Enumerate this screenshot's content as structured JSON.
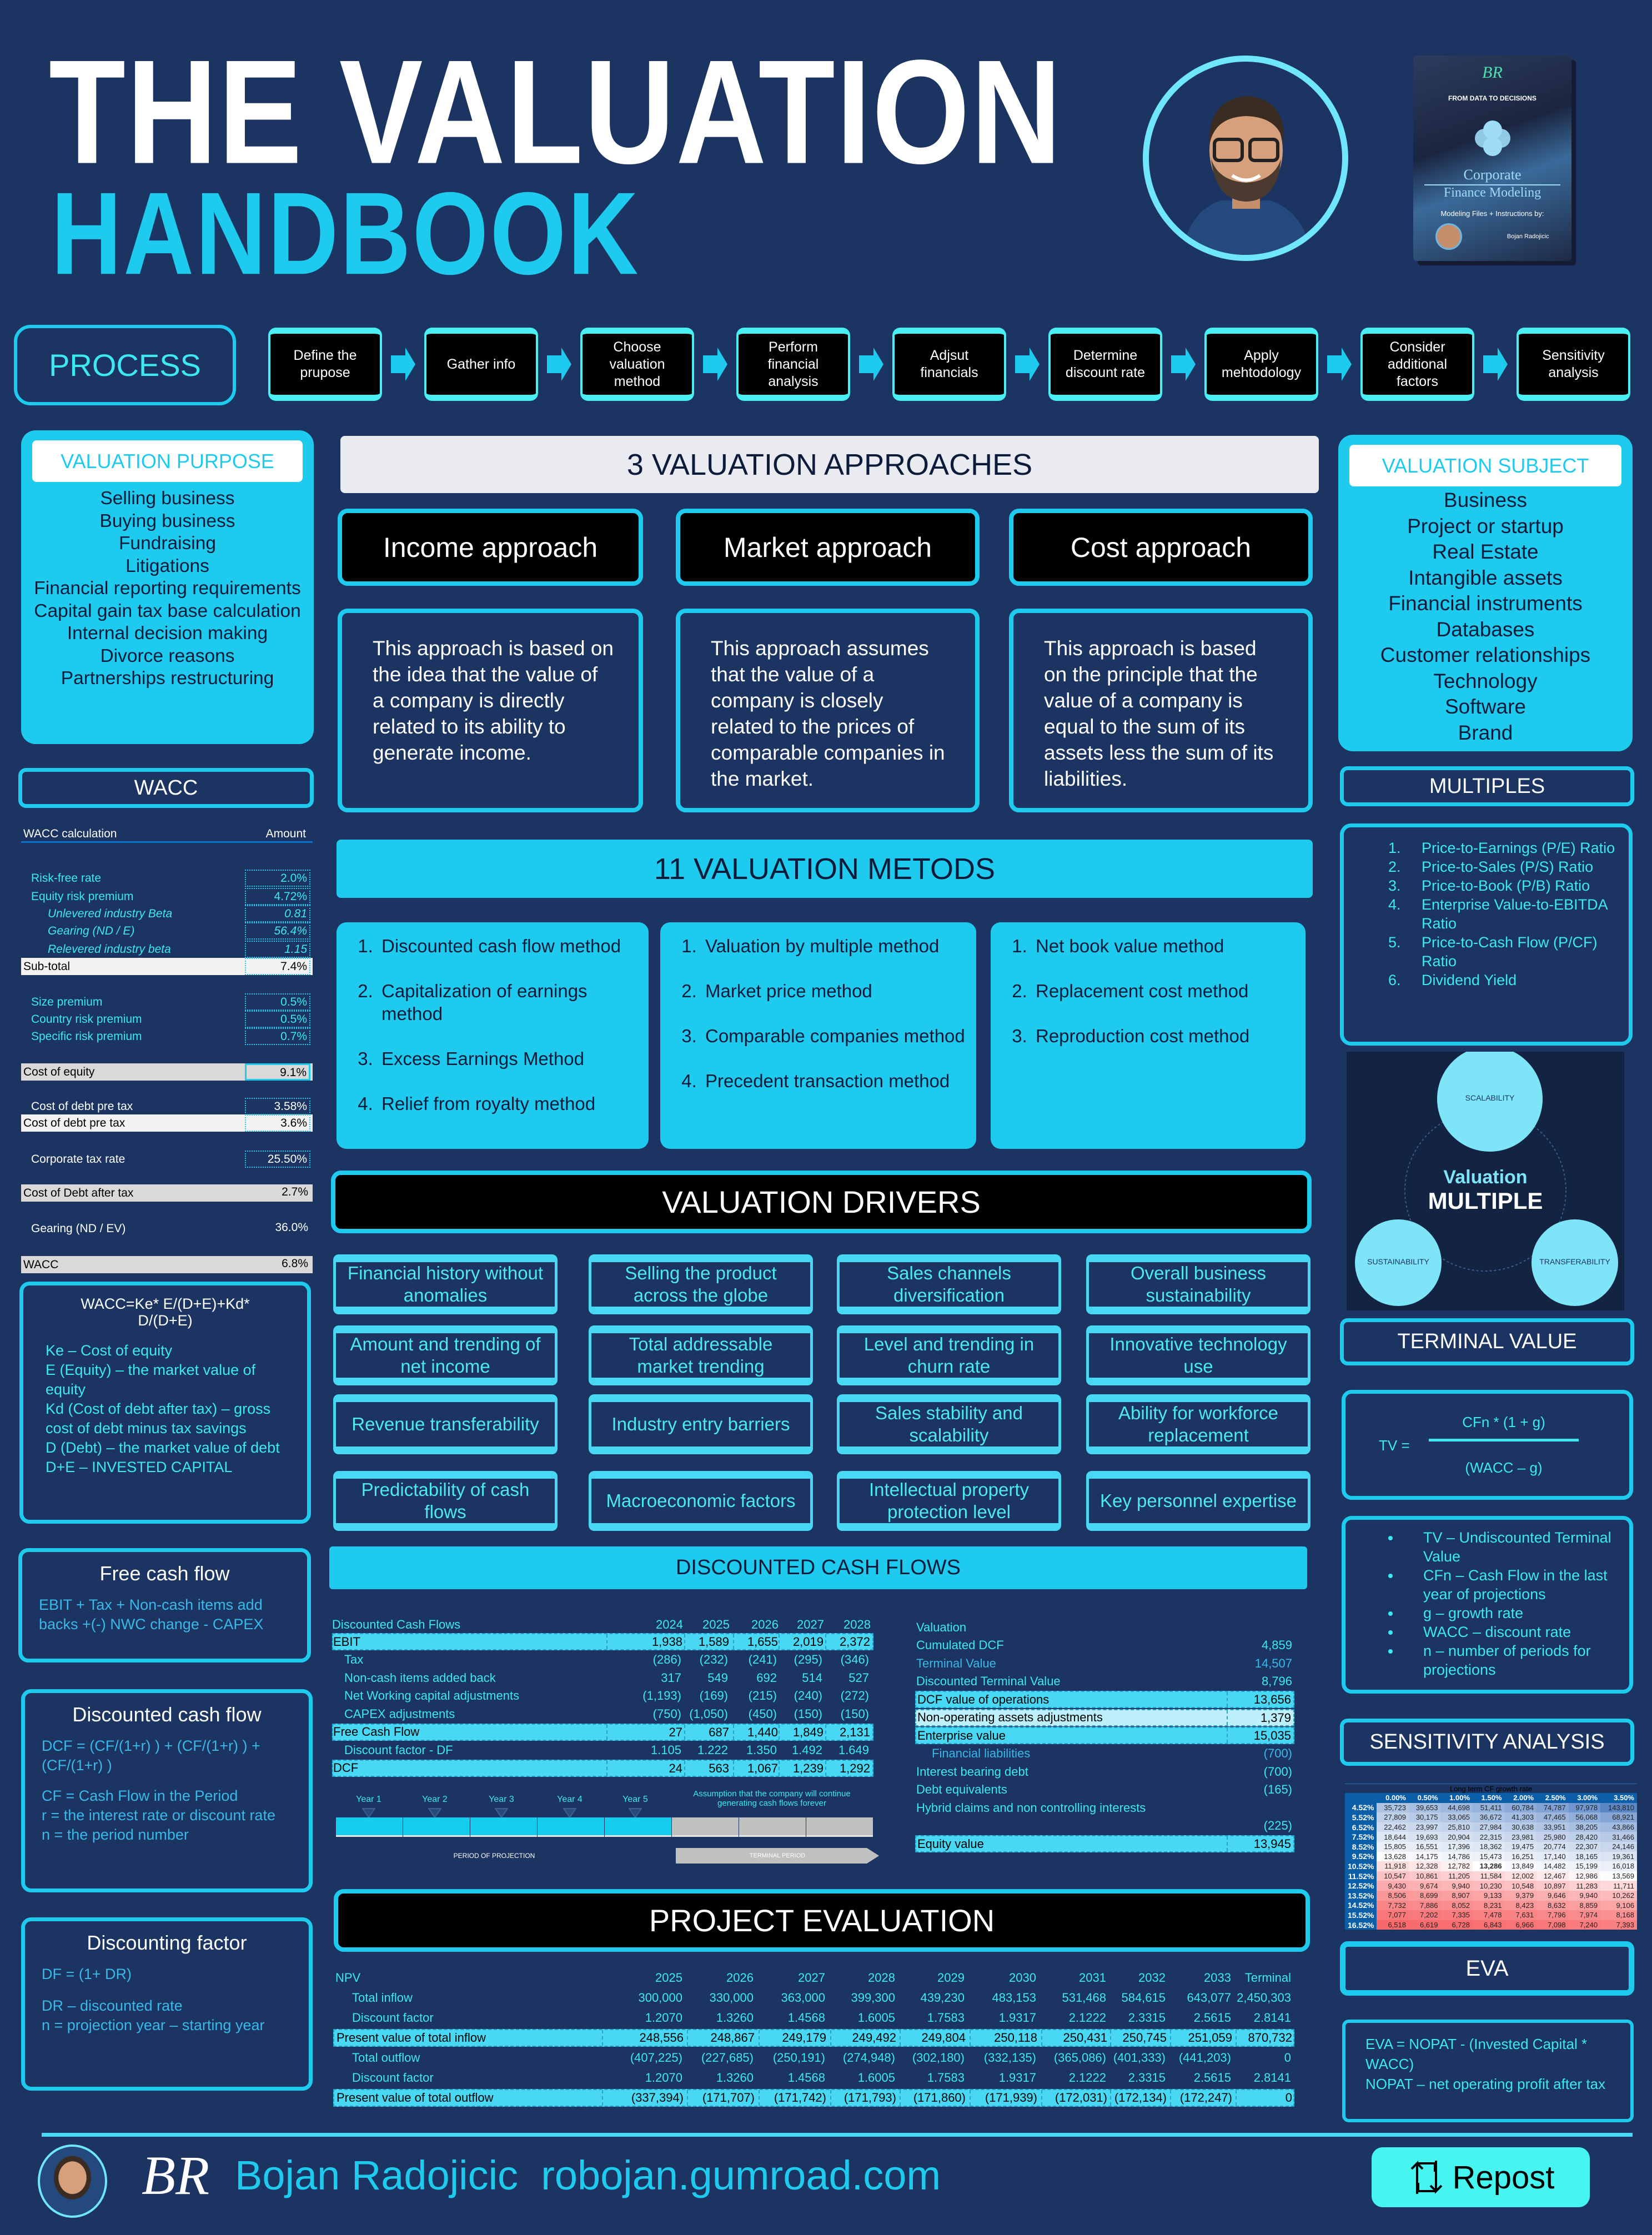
{
  "colors": {
    "background": "#1b3461",
    "accent": "#1ecbef",
    "text_cyan": "#4de8f0",
    "highlight_row": "#48d8f4",
    "sensitivity_high": "#5b87c7",
    "sensitivity_low": "#f8696b",
    "sensitivity_header": "#0b5ea8"
  },
  "header": {
    "title_line1": "THE VALUATION",
    "title_line2": "HANDBOOK"
  },
  "book": {
    "logo": "BR",
    "tagline": "FROM DATA TO DECISIONS",
    "title_line1": "Corporate",
    "title_line2": "Finance Modeling",
    "subtitle": "Modeling Files + Instructions by:",
    "author": "Bojan Radojicic"
  },
  "process": {
    "label": "PROCESS",
    "steps": [
      "Define the prupose",
      "Gather info",
      "Choose valuation method",
      "Perform financial analysis",
      "Adjsut financials",
      "Determine discount rate",
      "Apply mehtodology",
      "Consider additional factors",
      "Sensitivity analysis"
    ]
  },
  "valuation_purpose": {
    "title": "VALUATION PURPOSE",
    "items": [
      "Selling business",
      "Buying business",
      "Fundraising",
      "Litigations",
      "Financial reporting requirements",
      "Capital gain tax base calculation",
      "Internal decision making",
      "Divorce reasons",
      "Partnerships restructuring"
    ]
  },
  "wacc": {
    "title": "WACC",
    "header_label": "WACC calculation",
    "header_amount": "Amount",
    "rows": [
      {
        "label": "Risk-free rate",
        "value": "2.0%",
        "kind": "input"
      },
      {
        "label": "Equity risk premium",
        "value": "4.72%",
        "kind": "input"
      },
      {
        "label": "Unlevered industry Beta",
        "value": "0.81",
        "kind": "italic"
      },
      {
        "label": "Gearing (ND / E)",
        "value": "56.4%",
        "kind": "italic"
      },
      {
        "label": "Relevered industry beta",
        "value": "1.15",
        "kind": "italic"
      },
      {
        "label": "Sub-total",
        "value": "7.4%",
        "kind": "total"
      },
      {
        "label": "Size premium",
        "value": "0.5%",
        "kind": "input"
      },
      {
        "label": "Country risk premium",
        "value": "0.5%",
        "kind": "input"
      },
      {
        "label": "Specific risk premium",
        "value": "0.7%",
        "kind": "input"
      },
      {
        "label": "Cost of equity",
        "value": "9.1%",
        "kind": "total2"
      },
      {
        "label": "Cost of debt pre tax",
        "value": "3.58%",
        "kind": "input-white"
      },
      {
        "label": "Cost of debt pre tax",
        "value": "3.6%",
        "kind": "total"
      },
      {
        "label": "Corporate tax rate",
        "value": "25.50%",
        "kind": "input-white"
      },
      {
        "label": "Cost of Debt after tax",
        "value": "2.7%",
        "kind": "total2"
      },
      {
        "label": "Gearing (ND / EV)",
        "value": "36.0%",
        "kind": "plain-white"
      },
      {
        "label": "WACC",
        "value": "6.8%",
        "kind": "total2"
      }
    ],
    "formula": "WACC=Ke* E/(D+E)+Kd* D/(D+E)",
    "definitions": [
      "Ke – Cost of equity",
      "E (Equity) – the market value of equity",
      "Kd (Cost of debt after tax) – gross cost of debt minus tax savings",
      "D (Debt) – the market value of debt",
      "D+E – INVESTED CAPITAL"
    ]
  },
  "free_cash_flow": {
    "title": "Free cash flow",
    "text": "EBIT + Tax +  Non-cash items add backs +(-) NWC change - CAPEX"
  },
  "discounted_cash_flow": {
    "title": "Discounted cash flow",
    "formula": "DCF = (CF/(1+r)  ) + (CF/(1+r) ) + (CF/(1+r) )",
    "definitions": [
      "CF = Cash Flow in the Period",
      "r = the interest rate or discount rate",
      "n = the period number"
    ]
  },
  "discounting_factor": {
    "title": "Discounting factor",
    "formula": "DF = (1+ DR)",
    "definitions": [
      "DR – discounted rate",
      "n =  projection year – starting year"
    ]
  },
  "approaches": {
    "title": "3 VALUATION APPROACHES",
    "items": [
      {
        "name": "Income approach",
        "description": "This approach is based on the idea that the value of a company is directly related to its ability to generate income."
      },
      {
        "name": "Market approach",
        "description": "This approach assumes that the value of a company is closely related to the prices of comparable companies in the market."
      },
      {
        "name": "Cost approach",
        "description": "This approach is based on the principle that the value of a company is equal to the sum of its assets less the sum of its liabilities."
      }
    ]
  },
  "methods": {
    "title": "11 VALUATION METODS",
    "groups": [
      [
        "Discounted cash flow method",
        "Capitalization of  earnings method",
        "Excess Earnings Method",
        "Relief from royalty method"
      ],
      [
        "Valuation by multiple method",
        "Market price method",
        "Comparable companies method",
        "Precedent transaction method"
      ],
      [
        "Net book value method",
        "Replacement cost method",
        "Reproduction cost method"
      ]
    ]
  },
  "drivers": {
    "title": "VALUATION  DRIVERS",
    "items": [
      "Financial history without anomalies",
      "Selling the product across the globe",
      "Sales channels diversification",
      "Overall business sustainability",
      "Amount and trending of net income",
      "Total addressable market trending",
      "Level and trending in churn rate",
      "Innovative technology use",
      "Revenue transferability",
      "Industry entry barriers",
      "Sales stability and scalability",
      "Ability for workforce replacement",
      "Predictability of cash flows",
      "Macroeconomic factors",
      "Intellectual property protection level",
      "Key personnel expertise"
    ]
  },
  "dcf": {
    "title": "DISCOUNTED CASH FLOWS",
    "table_title": "Discounted Cash Flows",
    "years": [
      "2024",
      "2025",
      "2026",
      "2027",
      "2028"
    ],
    "rows": [
      {
        "label": "EBIT",
        "values": [
          "1,938",
          "1,589",
          "1,655",
          "2,019",
          "2,372"
        ],
        "highlight": true
      },
      {
        "label": "Tax",
        "values": [
          "(286)",
          "(232)",
          "(241)",
          "(295)",
          "(346)"
        ]
      },
      {
        "label": "Non-cash items added back",
        "values": [
          "317",
          "549",
          "692",
          "514",
          "527"
        ]
      },
      {
        "label": "Net Working capital adjustments",
        "values": [
          "(1,193)",
          "(169)",
          "(215)",
          "(240)",
          "(272)"
        ]
      },
      {
        "label": "CAPEX adjustments",
        "values": [
          "(750)",
          "(1,050)",
          "(450)",
          "(150)",
          "(150)"
        ]
      },
      {
        "label": "Free Cash Flow",
        "values": [
          "27",
          "687",
          "1,440",
          "1,849",
          "2,131"
        ],
        "highlight": true
      },
      {
        "label": "Discount factor - DF",
        "values": [
          "1.105",
          "1.222",
          "1.350",
          "1.492",
          "1.649"
        ]
      },
      {
        "label": "DCF",
        "values": [
          "24",
          "563",
          "1,067",
          "1,239",
          "1,292"
        ],
        "highlight": true
      }
    ],
    "timeline": {
      "years": [
        "Year 1",
        "Year 2",
        "Year 3",
        "Year 4",
        "Year 5"
      ],
      "assumption": "Assumption that the company will continue generating cash flows forever",
      "projection_label": "PERIOD OF PROJECTION",
      "terminal_label": "TERMINAL PERIOD"
    },
    "valuation": [
      {
        "label": "Valuation",
        "value": ""
      },
      {
        "label": "Cumulated DCF",
        "value": "4,859"
      },
      {
        "label": "Terminal Value",
        "value": "14,507"
      },
      {
        "label": "Discounted Terminal Value",
        "value": "8,796"
      },
      {
        "label": "DCF value of operations",
        "value": "13,656",
        "highlight": true
      },
      {
        "label": "Non-operating assets adjustments",
        "value": "1,379",
        "highlight": "light"
      },
      {
        "label": "Enterprise value",
        "value": "15,035",
        "highlight": true
      },
      {
        "label": "Financial liabilities",
        "value": "(700)",
        "indent": true
      },
      {
        "label": "Interest bearing debt",
        "value": "(700)"
      },
      {
        "label": "Debt equivalents",
        "value": "(165)"
      },
      {
        "label": "Hybrid claims and non controlling interests",
        "value": ""
      },
      {
        "label": "",
        "value": "(225)"
      },
      {
        "label": "Equity value",
        "value": "13,945",
        "highlight": true
      }
    ]
  },
  "project_evaluation": {
    "title": "PROJECT EVALUATION",
    "header_label": "NPV",
    "columns": [
      "2025",
      "2026",
      "2027",
      "2028",
      "2029",
      "2030",
      "2031",
      "2032",
      "2033",
      "Terminal"
    ],
    "rows": [
      {
        "label": "Total inflow",
        "values": [
          "300,000",
          "330,000",
          "363,000",
          "399,300",
          "439,230",
          "483,153",
          "531,468",
          "584,615",
          "643,077",
          "2,450,303"
        ]
      },
      {
        "label": "Discount factor",
        "values": [
          "1.2070",
          "1.3260",
          "1.4568",
          "1.6005",
          "1.7583",
          "1.9317",
          "2.1222",
          "2.3315",
          "2.5615",
          "2.8141"
        ]
      },
      {
        "label": "Present value of total inflow",
        "values": [
          "248,556",
          "248,867",
          "249,179",
          "249,492",
          "249,804",
          "250,118",
          "250,431",
          "250,745",
          "251,059",
          "870,732"
        ],
        "highlight": true
      },
      {
        "label": "Total outflow",
        "values": [
          "(407,225)",
          "(227,685)",
          "(250,191)",
          "(274,948)",
          "(302,180)",
          "(332,135)",
          "(365,086)",
          "(401,333)",
          "(441,203)",
          "0"
        ]
      },
      {
        "label": "Discount factor",
        "values": [
          "1.2070",
          "1.3260",
          "1.4568",
          "1.6005",
          "1.7583",
          "1.9317",
          "2.1222",
          "2.3315",
          "2.5615",
          "2.8141"
        ]
      },
      {
        "label": "Present value of total outflow",
        "values": [
          "(337,394)",
          "(171,707)",
          "(171,742)",
          "(171,793)",
          "(171,860)",
          "(171,939)",
          "(172,031)",
          "(172,134)",
          "(172,247)",
          "0"
        ],
        "highlight": true
      }
    ]
  },
  "valuation_subject": {
    "title": "VALUATION SUBJECT",
    "items": [
      "Business",
      "Project or startup",
      "Real Estate",
      "Intangible assets",
      "Financial instruments",
      "Databases",
      "Customer relationships",
      "Technology",
      "Software",
      "Brand"
    ]
  },
  "multiples": {
    "title": "MULTIPLES",
    "items": [
      "Price-to-Earnings (P/E) Ratio",
      "Price-to-Sales (P/S) Ratio",
      "Price-to-Book (P/B) Ratio",
      "Enterprise Value-to-EBITDA Ratio",
      "Price-to-Cash Flow (P/CF) Ratio",
      "Dividend Yield"
    ],
    "diagram": {
      "center_line1": "Valuation",
      "center_line2": "MULTIPLE",
      "pillars": [
        "SCALABILITY",
        "SUSTAINABILITY",
        "TRANSFERABILITY"
      ]
    }
  },
  "terminal_value": {
    "title": "TERMINAL VALUE",
    "lhs": "TV =",
    "numerator": "CFn * (1 + g)",
    "denominator": "(WACC – g)",
    "definitions": [
      "TV – Undiscounted Terminal Value",
      "CFn – Cash Flow in the last year of projections",
      "g – growth rate",
      "WACC – discount rate",
      "n – number of periods for projections"
    ]
  },
  "sensitivity": {
    "title": "SENSITIVITY ANALYSIS",
    "table_title": "Long term CF growth rate",
    "growth_rates": [
      "0.00%",
      "0.50%",
      "1.00%",
      "1.50%",
      "2.00%",
      "2.50%",
      "3.00%",
      "3.50%"
    ],
    "base_value": "13,286",
    "rows": [
      {
        "rate": "4.52%",
        "values": [
          35723,
          39653,
          44698,
          51411,
          60784,
          74787,
          97978,
          143810
        ]
      },
      {
        "rate": "5.52%",
        "values": [
          27809,
          30175,
          33065,
          36672,
          41303,
          47465,
          56068,
          68921
        ]
      },
      {
        "rate": "6.52%",
        "values": [
          22462,
          23997,
          25810,
          27984,
          30638,
          33951,
          38205,
          43866
        ]
      },
      {
        "rate": "7.52%",
        "values": [
          18644,
          19693,
          20904,
          22315,
          23981,
          25980,
          28420,
          31466
        ]
      },
      {
        "rate": "8.52%",
        "values": [
          15805,
          16551,
          17396,
          18362,
          19475,
          20774,
          22307,
          24146
        ]
      },
      {
        "rate": "9.52%",
        "values": [
          13628,
          14175,
          14786,
          15473,
          16251,
          17140,
          18165,
          19361
        ]
      },
      {
        "rate": "10.52%",
        "values": [
          11918,
          12328,
          12782,
          13286,
          13849,
          14482,
          15199,
          16018
        ]
      },
      {
        "rate": "11.52%",
        "values": [
          10547,
          10861,
          11205,
          11584,
          12002,
          12467,
          12986,
          13569
        ]
      },
      {
        "rate": "12.52%",
        "values": [
          9430,
          9674,
          9940,
          10230,
          10548,
          10897,
          11283,
          11711
        ]
      },
      {
        "rate": "13.52%",
        "values": [
          8506,
          8699,
          8907,
          9133,
          9379,
          9646,
          9940,
          10262
        ]
      },
      {
        "rate": "14.52%",
        "values": [
          7732,
          7886,
          8052,
          8231,
          8423,
          8632,
          8859,
          9106
        ]
      },
      {
        "rate": "15.52%",
        "values": [
          7077,
          7202,
          7335,
          7478,
          7631,
          7796,
          7974,
          8168
        ]
      },
      {
        "rate": "16.52%",
        "values": [
          6518,
          6619,
          6728,
          6843,
          6966,
          7098,
          7240,
          7393
        ]
      }
    ]
  },
  "eva": {
    "title": "EVA",
    "definitions": [
      "EVA = NOPAT - (Invested Capital * WACC)",
      "NOPAT – net operating profit after tax"
    ]
  },
  "footer": {
    "author": "Bojan Radojicic",
    "website": "robojan.gumroad.com",
    "logo": "BR",
    "repost_label": "Repost"
  }
}
